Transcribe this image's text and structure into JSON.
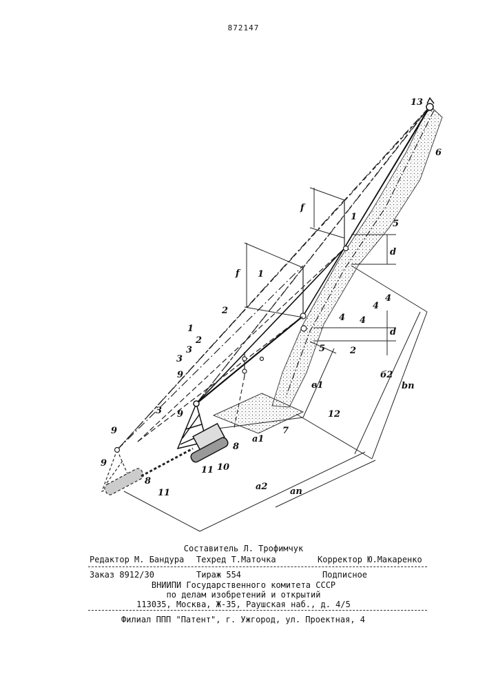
{
  "page_number": "872147",
  "figure_labels": {
    "n13": "13",
    "n6": "6",
    "f_top": "f",
    "f_mid": "f",
    "n1_top": "1",
    "n5_top": "5",
    "d_top": "d",
    "n4_a": "4",
    "n4_b": "4",
    "n4_c": "4",
    "n4_d": "4",
    "n1_mid": "1",
    "n2_mid": "2",
    "n2_right": "2",
    "n5_right": "5",
    "d_bot": "d",
    "n1_left": "1",
    "n3_a": "3",
    "n2_left": "2",
    "n3_b": "3",
    "b1": "в1",
    "b2": "б2",
    "bn": "bn",
    "n12": "12",
    "n9_a": "9",
    "n9_b": "9",
    "n7": "7",
    "a1": "a1",
    "n8_a": "8",
    "n10": "10",
    "n11_a": "11",
    "n3_c": "3",
    "n9_c": "9",
    "n9_d": "9",
    "n8_b": "8",
    "n11_b": "11",
    "a2": "a2",
    "an": "an"
  },
  "imprint": {
    "compiler": "Составитель Л. Трофимчук",
    "editor": "Редактор М. Бандура",
    "techred": "Техред Т.Маточка",
    "corrector": "Корректор Ю.Макаренко",
    "order": "Заказ 8912/30",
    "circulation": "Тираж 554",
    "subscription": "Подписное",
    "org1": "ВНИИПИ Государственного комитета СССР",
    "org2": "по делам изобретений и открытий",
    "address": "113035, Москва, Ж-35, Раушская наб., д. 4/5",
    "branch": "Филиал ППП \"Патент\", г. Ужгород, ул. Проектная, 4"
  }
}
